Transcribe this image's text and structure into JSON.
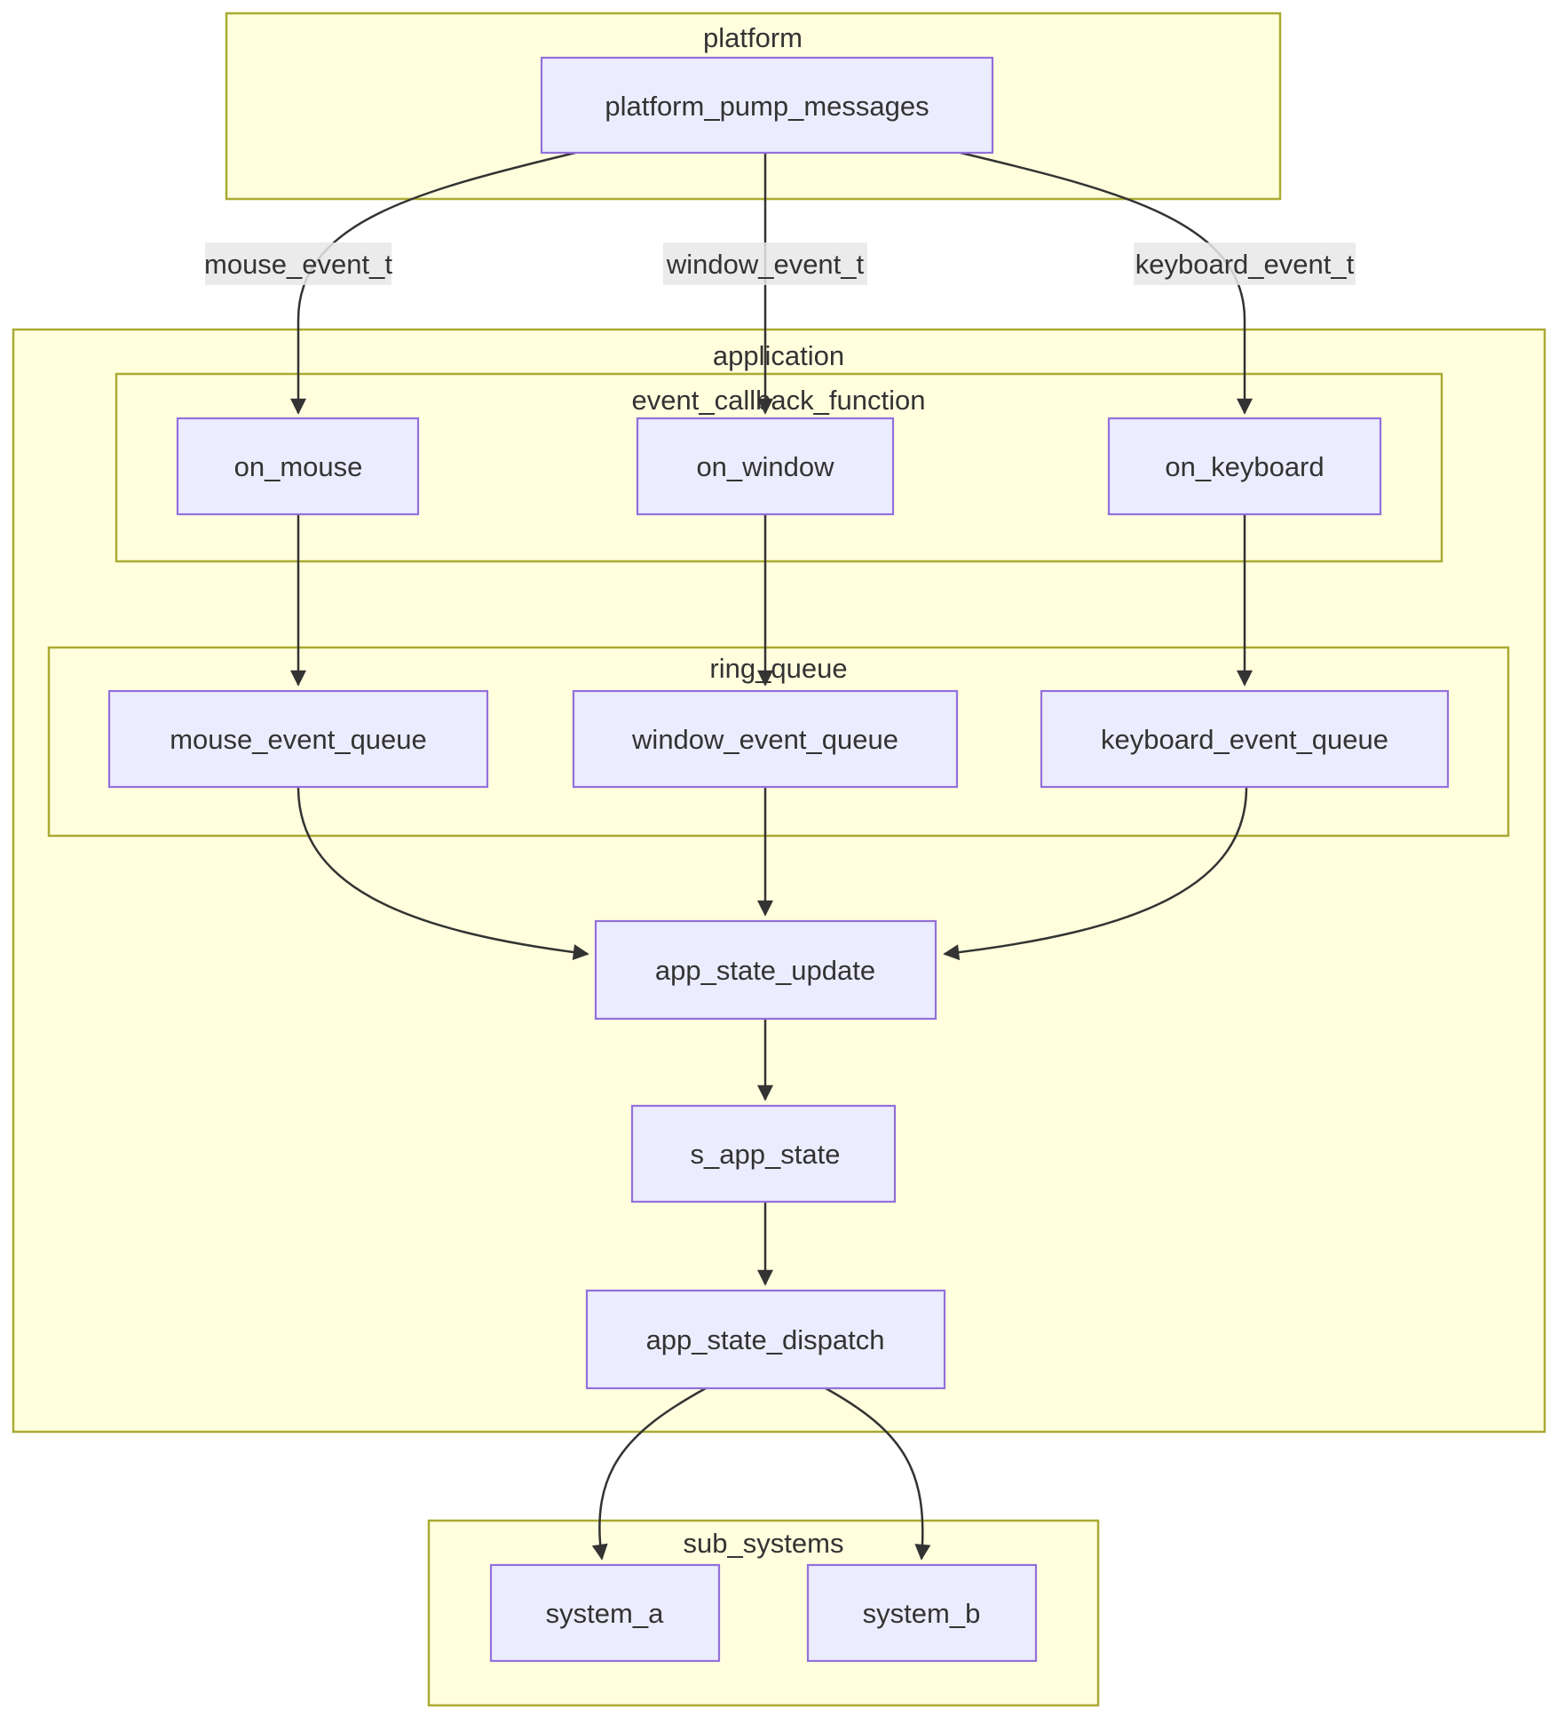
{
  "diagram_type": "flowchart",
  "clusters": {
    "platform": {
      "label": "platform"
    },
    "application": {
      "label": "application"
    },
    "event_callback_function": {
      "label": "event_callback_function"
    },
    "ring_queue": {
      "label": "ring_queue"
    },
    "sub_systems": {
      "label": "sub_systems"
    }
  },
  "nodes": {
    "platform_pump_messages": {
      "label": "platform_pump_messages"
    },
    "on_mouse": {
      "label": "on_mouse"
    },
    "on_window": {
      "label": "on_window"
    },
    "on_keyboard": {
      "label": "on_keyboard"
    },
    "mouse_event_queue": {
      "label": "mouse_event_queue"
    },
    "window_event_queue": {
      "label": "window_event_queue"
    },
    "keyboard_event_queue": {
      "label": "keyboard_event_queue"
    },
    "app_state_update": {
      "label": "app_state_update"
    },
    "s_app_state": {
      "label": "s_app_state"
    },
    "app_state_dispatch": {
      "label": "app_state_dispatch"
    },
    "system_a": {
      "label": "system_a"
    },
    "system_b": {
      "label": "system_b"
    }
  },
  "edge_labels": {
    "mouse_event_t": {
      "label": "mouse_event_t"
    },
    "window_event_t": {
      "label": "window_event_t"
    },
    "keyboard_event_t": {
      "label": "keyboard_event_t"
    }
  },
  "edges": [
    {
      "from": "platform_pump_messages",
      "to": "on_mouse",
      "label": "mouse_event_t"
    },
    {
      "from": "platform_pump_messages",
      "to": "on_window",
      "label": "window_event_t"
    },
    {
      "from": "platform_pump_messages",
      "to": "on_keyboard",
      "label": "keyboard_event_t"
    },
    {
      "from": "on_mouse",
      "to": "mouse_event_queue",
      "label": ""
    },
    {
      "from": "on_window",
      "to": "window_event_queue",
      "label": ""
    },
    {
      "from": "on_keyboard",
      "to": "keyboard_event_queue",
      "label": ""
    },
    {
      "from": "mouse_event_queue",
      "to": "app_state_update",
      "label": ""
    },
    {
      "from": "window_event_queue",
      "to": "app_state_update",
      "label": ""
    },
    {
      "from": "keyboard_event_queue",
      "to": "app_state_update",
      "label": ""
    },
    {
      "from": "app_state_update",
      "to": "s_app_state",
      "label": ""
    },
    {
      "from": "s_app_state",
      "to": "app_state_dispatch",
      "label": ""
    },
    {
      "from": "app_state_dispatch",
      "to": "system_a",
      "label": ""
    },
    {
      "from": "app_state_dispatch",
      "to": "system_b",
      "label": ""
    }
  ],
  "colors": {
    "background": "#ffffff",
    "cluster_fill": "#ffffde",
    "cluster_border": "#aaaa33",
    "node_fill": "#ececff",
    "node_border": "#9370db",
    "edge": "#333333",
    "edge_label_bg": "#e8e8e8",
    "text": "#333333"
  }
}
